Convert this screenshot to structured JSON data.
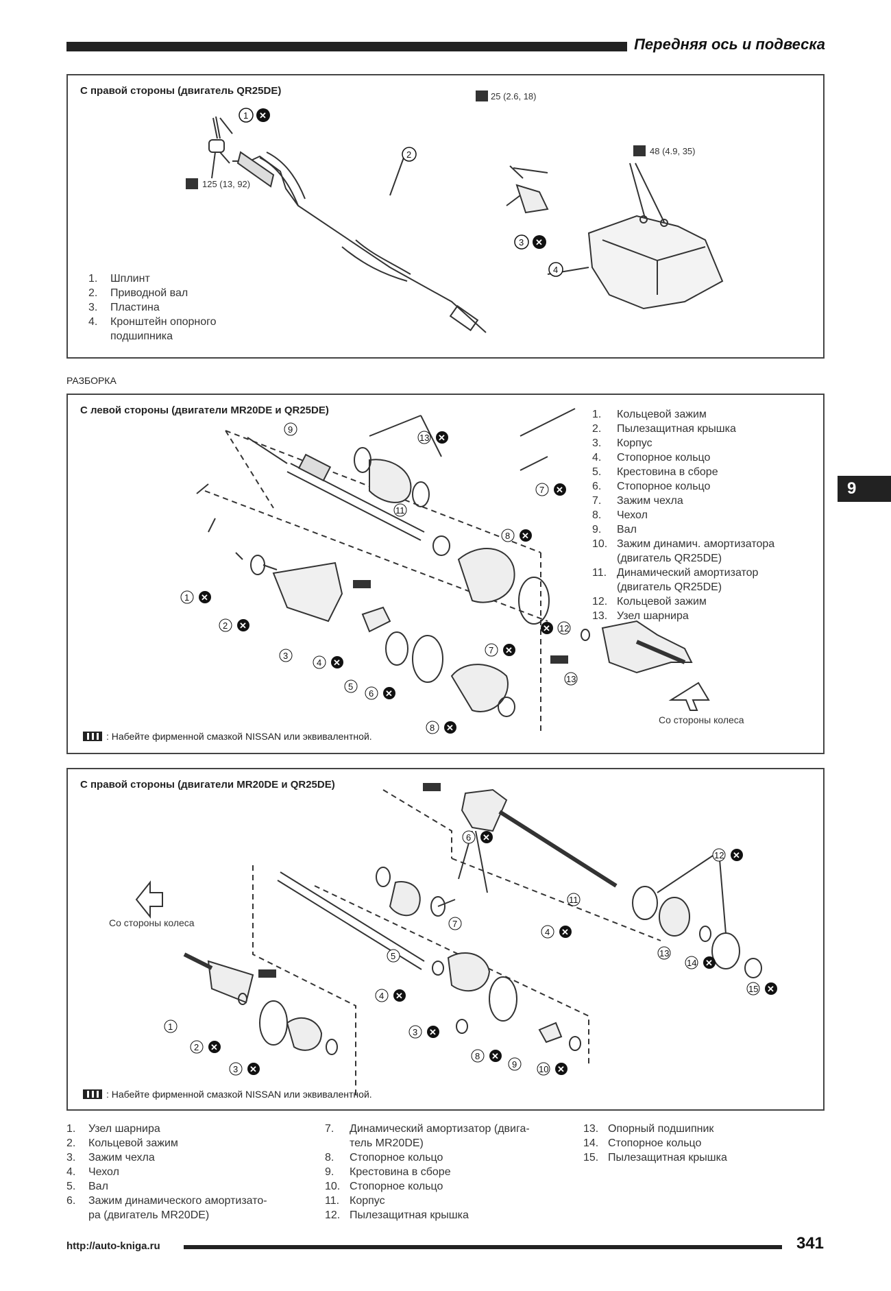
{
  "header": {
    "title": "Передняя ось и подвеска"
  },
  "panel1": {
    "title": "С правой стороны (двигатель QR25DE)",
    "torques": [
      "25 (2.6, 18)",
      "48 (4.9, 35)",
      "125 (13, 92)"
    ],
    "legend": [
      {
        "n": "1.",
        "text": "Шплинт"
      },
      {
        "n": "2.",
        "text": "Приводной вал"
      },
      {
        "n": "3.",
        "text": "Пластина"
      },
      {
        "n": "4.",
        "text": "Кронштейн опорного"
      },
      {
        "n": "",
        "text": "подшипника"
      }
    ]
  },
  "section_label": "РАЗБОРКА",
  "panel2": {
    "title": "С левой стороны (двигатели MR20DE и QR25DE)",
    "legend": [
      {
        "n": "1.",
        "text": "Кольцевой зажим"
      },
      {
        "n": "2.",
        "text": "Пылезащитная крышка"
      },
      {
        "n": "3.",
        "text": "Корпус"
      },
      {
        "n": "4.",
        "text": "Стопорное кольцо"
      },
      {
        "n": "5.",
        "text": "Крестовина в сборе"
      },
      {
        "n": "6.",
        "text": "Стопорное кольцо"
      },
      {
        "n": "7.",
        "text": "Зажим чехла"
      },
      {
        "n": "8.",
        "text": "Чехол"
      },
      {
        "n": "9.",
        "text": "Вал"
      },
      {
        "n": "10.",
        "text": "Зажим динамич. амортизатора"
      },
      {
        "n": "",
        "text": "(двигатель QR25DE)"
      },
      {
        "n": "11.",
        "text": "Динамический амортизатор"
      },
      {
        "n": "",
        "text": "(двигатель QR25DE)"
      },
      {
        "n": "12.",
        "text": "Кольцевой зажим"
      },
      {
        "n": "13.",
        "text": "Узел шарнира"
      }
    ],
    "note": ": Набейте фирменной смазкой NISSAN или эквивалентной.",
    "wheel_side": "Со стороны колеса"
  },
  "tab_number": "9",
  "panel3": {
    "title": "С правой стороны (двигатели MR20DE и QR25DE)",
    "note": ": Набейте фирменной смазкой NISSAN или эквивалентной.",
    "wheel_side": "Со стороны колеса"
  },
  "bottom_legend": {
    "col1": [
      {
        "n": "1.",
        "text": "Узел шарнира"
      },
      {
        "n": "2.",
        "text": "Кольцевой зажим"
      },
      {
        "n": "3.",
        "text": "Зажим чехла"
      },
      {
        "n": "4.",
        "text": "Чехол"
      },
      {
        "n": "5.",
        "text": "Вал"
      },
      {
        "n": "6.",
        "text": "Зажим динамического амортизато-"
      },
      {
        "n": "",
        "text": "ра (двигатель MR20DE)"
      }
    ],
    "col2": [
      {
        "n": "7.",
        "text": "Динамический амортизатор (двига-"
      },
      {
        "n": "",
        "text": "тель MR20DE)"
      },
      {
        "n": "8.",
        "text": "Стопорное кольцо"
      },
      {
        "n": "9.",
        "text": "Крестовина в сборе"
      },
      {
        "n": "10.",
        "text": "Стопорное кольцо"
      },
      {
        "n": "11.",
        "text": "Корпус"
      },
      {
        "n": "12.",
        "text": "Пылезащитная крышка"
      }
    ],
    "col3": [
      {
        "n": "13.",
        "text": "Опорный подшипник"
      },
      {
        "n": "14.",
        "text": "Стопорное кольцо"
      },
      {
        "n": "15.",
        "text": "Пылезащитная крышка"
      }
    ]
  },
  "footer": {
    "url": "http://auto-kniga.ru",
    "page": "341"
  }
}
